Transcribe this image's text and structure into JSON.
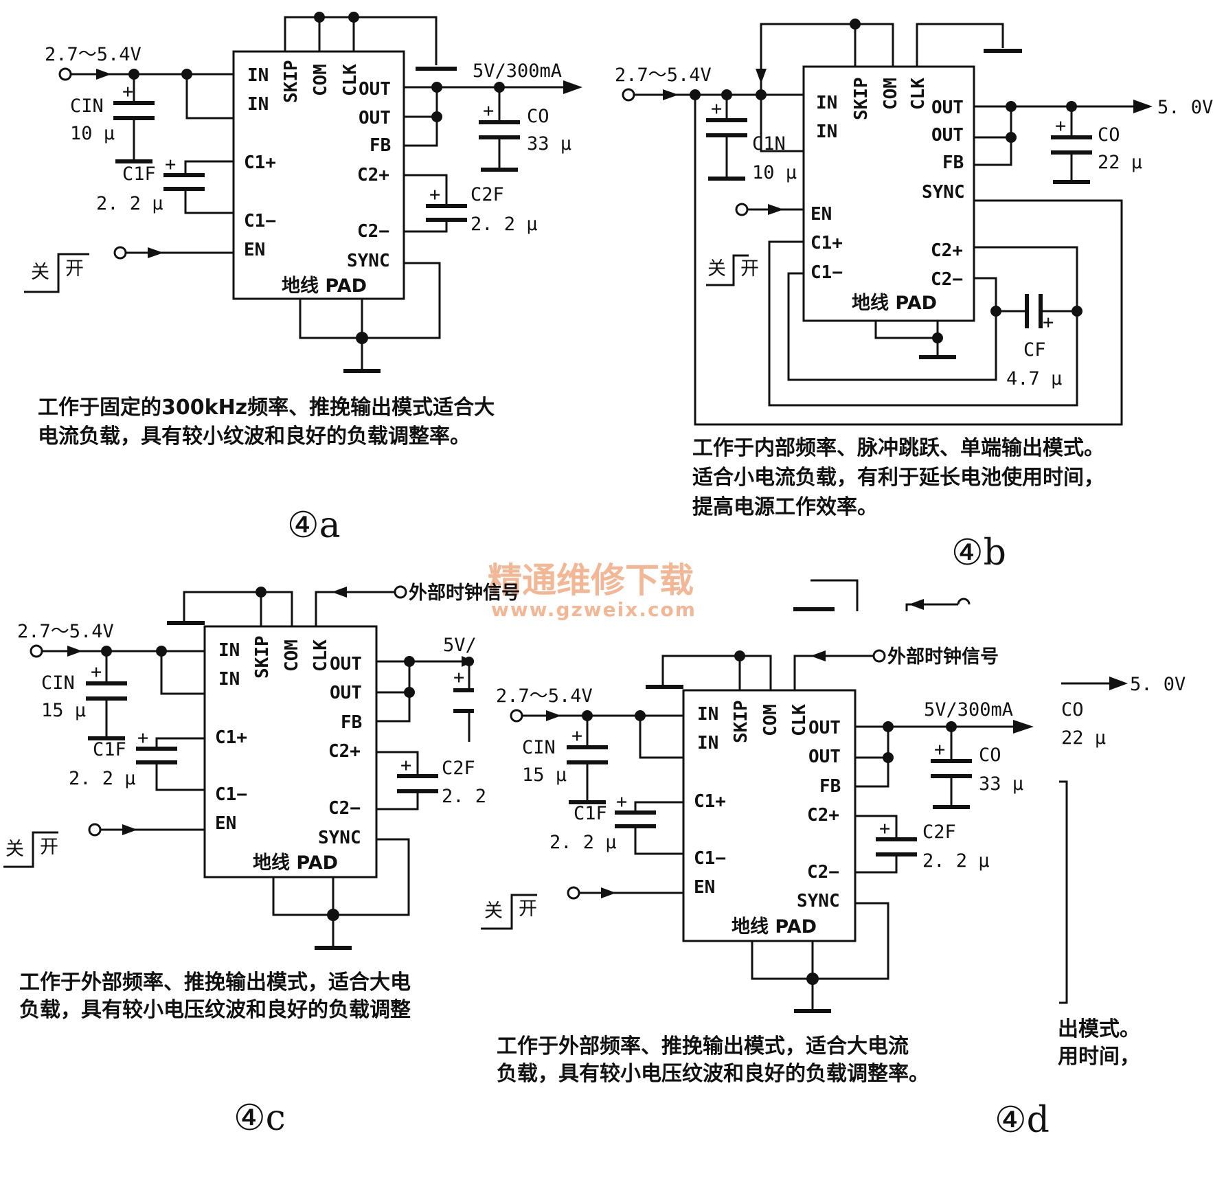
{
  "figures": {
    "a": {
      "label": "④a",
      "vin": "2.7～5.4V",
      "vout": "5V/300mA",
      "cin": {
        "name": "CIN",
        "value": "10 μ"
      },
      "c1f": {
        "name": "C1F",
        "value": "2. 2 μ"
      },
      "c2f": {
        "name": "C2F",
        "value": "2. 2 μ"
      },
      "co": {
        "name": "CO",
        "value": "33 μ"
      },
      "switch": {
        "off": "关",
        "on": "开"
      },
      "desc_lines": [
        "工作于固定的300kHz频率、推挽输出模式适合大",
        "电流负载，具有较小纹波和良好的负载调整率。"
      ]
    },
    "b": {
      "label": "④b",
      "vin": "2.7～5.4V",
      "vout": "5. 0V",
      "cin": {
        "name": "C1N",
        "value": "10 μ"
      },
      "co": {
        "name": "CO",
        "value": "22 μ"
      },
      "cf": {
        "name": "CF",
        "value": "4.7 μ"
      },
      "switch": {
        "off": "关",
        "on": "开"
      },
      "desc_lines": [
        "工作于内部频率、脉冲跳跃、单端输出模式。",
        "适合小电流负载，有利于延长电池使用时间，",
        "提高电源工作效率。"
      ]
    },
    "c": {
      "label": "④c",
      "vin": "2.7～5.4V",
      "vout": "5V/",
      "clock": "外部时钟信号",
      "cin": {
        "name": "CIN",
        "value": "15 μ"
      },
      "c1f": {
        "name": "C1F",
        "value": "2. 2 μ"
      },
      "c2f": {
        "name": "C2F",
        "value": "2. 2"
      },
      "switch": {
        "off": "关",
        "on": "开"
      },
      "desc_lines": [
        "工作于外部频率、推挽输出模式，适合大电",
        "负载，具有较小电压纹波和良好的负载调整"
      ]
    },
    "d": {
      "label": "④d",
      "vin": "2.7～5.4V",
      "vout": "5V/300mA",
      "clock": "外部时钟信号",
      "cin": {
        "name": "CIN",
        "value": "15 μ"
      },
      "c1f": {
        "name": "C1F",
        "value": "2. 2 μ"
      },
      "c2f": {
        "name": "C2F",
        "value": "2. 2 μ"
      },
      "co": {
        "name": "CO",
        "value": "33 μ"
      },
      "switch": {
        "off": "关",
        "on": "开"
      },
      "desc_lines": [
        "工作于外部频率、推挽输出模式，适合大电流",
        "负载，具有较小电压纹波和良好的负载调整率。"
      ]
    }
  },
  "ic_pins": {
    "in": "IN",
    "skip": "SKIP",
    "com": "COM",
    "clk": "CLK",
    "out": "OUT",
    "fb": "FB",
    "sync": "SYNC",
    "c1p": "C1+",
    "c1m": "C1−",
    "c2p": "C2+",
    "c2m": "C2−",
    "en": "EN",
    "gnd": "地线 PAD"
  },
  "overlap_fragment": {
    "vout": "5. 0V",
    "co": {
      "name": "CO",
      "value": "22 μ"
    },
    "desc_lines": [
      "出模式。",
      "用时间，"
    ]
  },
  "watermark": {
    "title": "精通维修下载",
    "url": "www.gzweix.com",
    "color": "#f4b796"
  }
}
